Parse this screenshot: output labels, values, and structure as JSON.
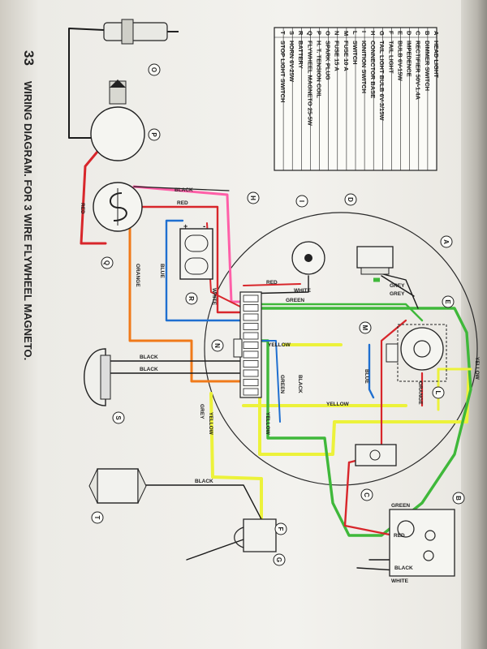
{
  "page_number": "33",
  "caption": "WIRING DIAGRAM. FOR 3 WIRE FLYWHEEL MAGNETO.",
  "legend": [
    {
      "key": "A",
      "text": "HEAD LIGHT"
    },
    {
      "key": "B",
      "text": "DIMMER SWITCH"
    },
    {
      "key": "C",
      "text": "RECTIFIER  50V-1.4A"
    },
    {
      "key": "D",
      "text": "IMPEDENCE"
    },
    {
      "key": "E",
      "text": "BULB  6V-15W"
    },
    {
      "key": "F",
      "text": "TAIL LIGHT"
    },
    {
      "key": "G",
      "text": "TAIL LIGHT BULB  6V-3/15W"
    },
    {
      "key": "H",
      "text": "CONNECTOR BASE"
    },
    {
      "key": "I",
      "text": "IGNITION SWITCH"
    },
    {
      "key": "L",
      "text": "SWITCH"
    },
    {
      "key": "M",
      "text": "FUSE  10 A"
    },
    {
      "key": "N",
      "text": "FUSE  15 A"
    },
    {
      "key": "O",
      "text": "SPARK PLUG"
    },
    {
      "key": "P",
      "text": "H. T. TENSION COIL"
    },
    {
      "key": "Q",
      "text": "FLYWHEEL MAGNETO  25-5W"
    },
    {
      "key": "R",
      "text": "BATTERY"
    },
    {
      "key": "S",
      "text": "HORN  6V-25W"
    },
    {
      "key": "T",
      "text": "STOP LIGHT SWITCH"
    }
  ],
  "component_markers": [
    "O",
    "P",
    "Q",
    "R",
    "S",
    "T",
    "H",
    "I",
    "D",
    "A",
    "E",
    "L",
    "M",
    "N",
    "C",
    "B",
    "F",
    "G"
  ],
  "wire_labels": {
    "black": "BLACK",
    "red": "RED",
    "blue": "BLUE",
    "orange": "ORANGE",
    "white": "WHITE",
    "green": "GREEN",
    "yellow": "YELLOW",
    "grey": "GREY"
  },
  "small_marks": {
    "plus": "+",
    "minus": "-"
  },
  "colors": {
    "red": "#d8262b",
    "black": "#1a1a1a",
    "pink": "#ff5fa8",
    "blue": "#1f6fd0",
    "orange": "#f07a1a",
    "yellow": "#ecf23a",
    "green": "#3fb83a"
  }
}
